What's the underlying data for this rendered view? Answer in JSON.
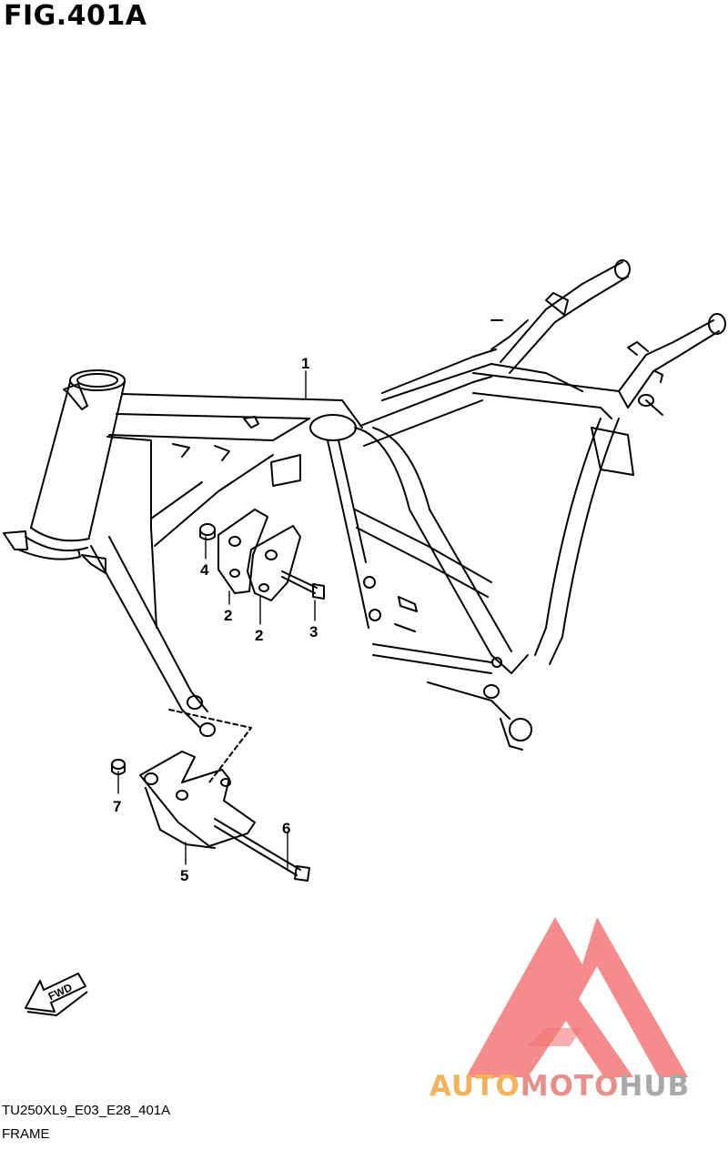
{
  "figure": {
    "title": "FIG.401A"
  },
  "callouts": [
    {
      "id": "c1",
      "label": "1"
    },
    {
      "id": "c2a",
      "label": "2"
    },
    {
      "id": "c2b",
      "label": "2"
    },
    {
      "id": "c3",
      "label": "3"
    },
    {
      "id": "c4",
      "label": "4"
    },
    {
      "id": "c5",
      "label": "5"
    },
    {
      "id": "c6",
      "label": "6"
    },
    {
      "id": "c7",
      "label": "7"
    }
  ],
  "fwd_arrow": {
    "label": "FWD"
  },
  "footer": {
    "code": "TU250XL9_E03_E28_401A",
    "caption": "FRAME"
  },
  "watermark": {
    "part1": "AUTO",
    "part2": "MOTO",
    "part3": "HUB"
  },
  "colors": {
    "line": "#000000",
    "logo_red": "#f26f6f",
    "logo_orange": "#f2b45a",
    "logo_pink": "#e88f8a",
    "logo_gray": "#a9a9a9"
  }
}
